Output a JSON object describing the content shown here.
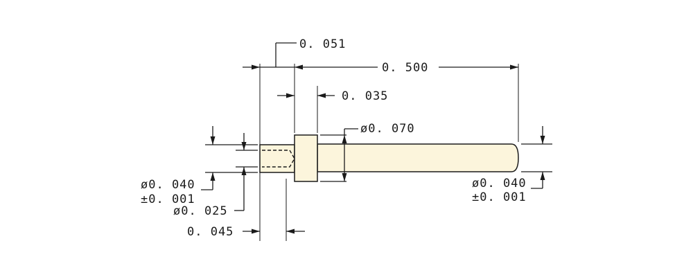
{
  "colors": {
    "part_fill": "#fcf5dc",
    "line": "#1a1a1a"
  },
  "dimensions": {
    "d_0051": "0. 051",
    "d_0500": "0. 500",
    "d_0035": "0. 035",
    "d_dia_0070": "ø0. 070",
    "d_dia_0040_left": "ø0. 040",
    "d_tol_left": "±0. 001",
    "d_dia_0025": "ø0. 025",
    "d_0045": "0. 045",
    "d_dia_0040_right": "ø0. 040",
    "d_tol_right": "±0. 001"
  }
}
